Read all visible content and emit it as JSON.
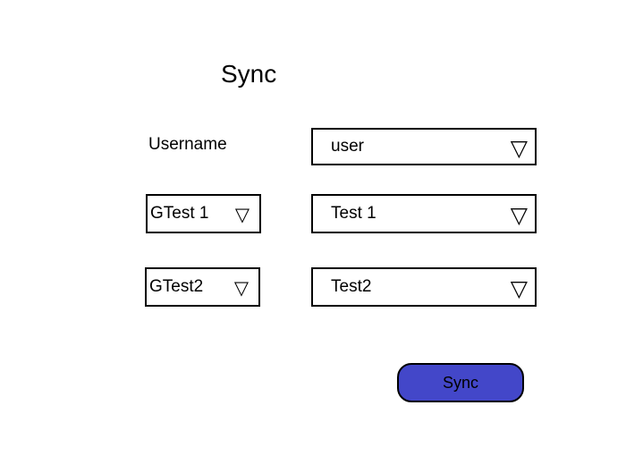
{
  "title": "Sync",
  "accent_color": "#4347C9",
  "username": {
    "label": "Username",
    "dropdown_value": "user"
  },
  "dropdowns": {
    "gtest1": "GTest 1",
    "test1": "Test 1",
    "gtest2": "GTest2",
    "test2": "Test2"
  },
  "icons": {
    "dropdown_arrow": "▽"
  },
  "button": {
    "label": "Sync"
  }
}
